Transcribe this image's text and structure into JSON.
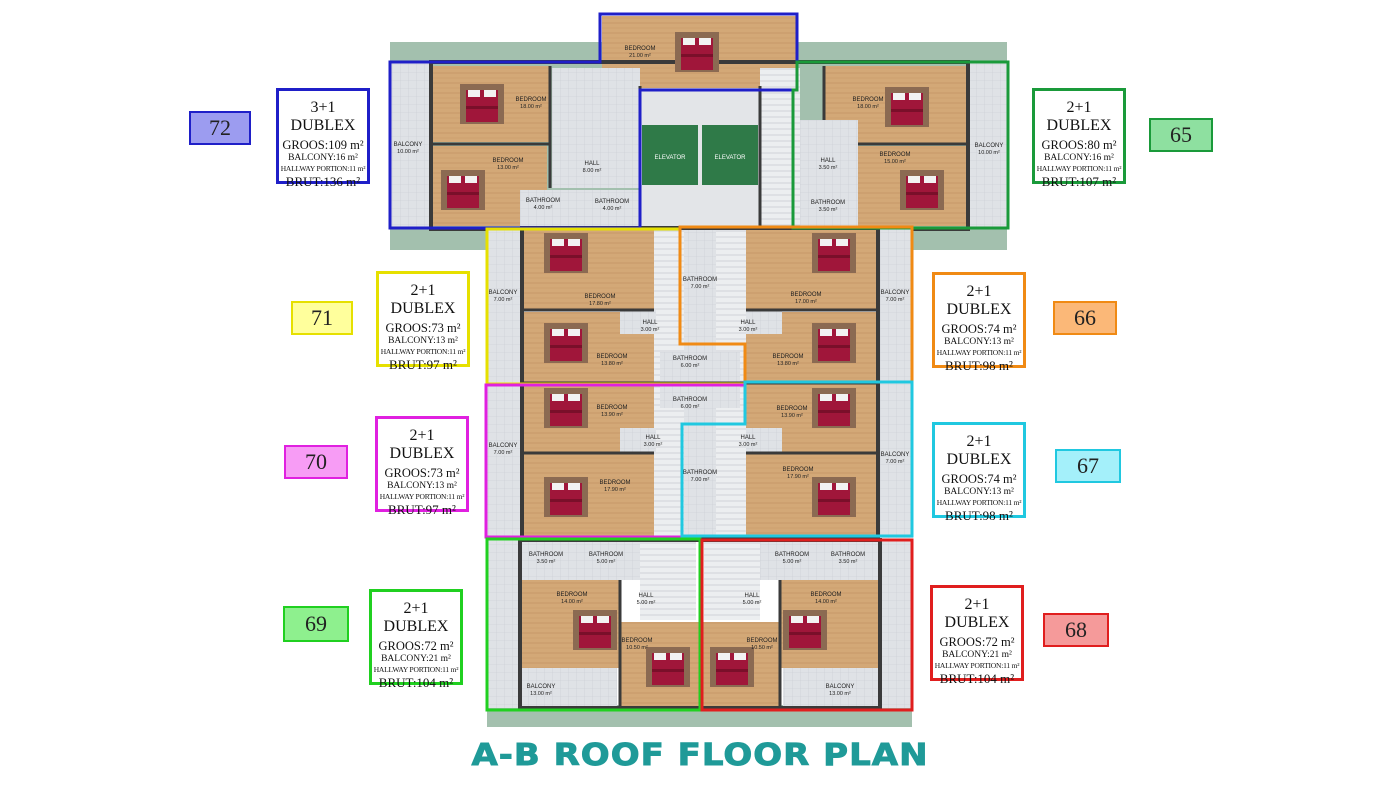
{
  "title": "A-B ROOF FLOOR PLAN",
  "units": [
    {
      "no": "72",
      "type": "3+1 DUBLEX",
      "groos": "GROOS:109 m²",
      "balcony": "BALCONY:16 m²",
      "hallway": "HALLWAY PORTION:11 m²",
      "brut": "BRUT:136 m²",
      "color": "#1f1fc8",
      "fill": "#9c9cf0"
    },
    {
      "no": "65",
      "type": "2+1 DUBLEX",
      "groos": "GROOS:80 m²",
      "balcony": "BALCONY:16 m²",
      "hallway": "HALLWAY PORTION:11 m²",
      "brut": "BRUT:107 m²",
      "color": "#1a9a3a",
      "fill": "#8ee0a0"
    },
    {
      "no": "71",
      "type": "2+1 DUBLEX",
      "groos": "GROOS:73 m²",
      "balcony": "BALCONY:13 m²",
      "hallway": "HALLWAY PORTION:11 m²",
      "brut": "BRUT:97 m²",
      "color": "#e6e000",
      "fill": "#ffff9c"
    },
    {
      "no": "66",
      "type": "2+1 DUBLEX",
      "groos": "GROOS:74 m²",
      "balcony": "BALCONY:13 m²",
      "hallway": "HALLWAY PORTION:11 m²",
      "brut": "BRUT:98 m²",
      "color": "#f08a14",
      "fill": "#fbb878"
    },
    {
      "no": "70",
      "type": "2+1 DUBLEX",
      "groos": "GROOS:73 m²",
      "balcony": "BALCONY:13 m²",
      "hallway": "HALLWAY PORTION:11 m²",
      "brut": "BRUT:97 m²",
      "color": "#e020e0",
      "fill": "#f79cf5"
    },
    {
      "no": "67",
      "type": "2+1 DUBLEX",
      "groos": "GROOS:74 m²",
      "balcony": "BALCONY:13 m²",
      "hallway": "HALLWAY PORTION:11 m²",
      "brut": "BRUT:98 m²",
      "color": "#20c8e0",
      "fill": "#a4f0fa"
    },
    {
      "no": "69",
      "type": "2+1 DUBLEX",
      "groos": "GROOS:72 m²",
      "balcony": "BALCONY:21 m²",
      "hallway": "HALLWAY PORTION:11 m²",
      "brut": "BRUT:104 m²",
      "color": "#20d020",
      "fill": "#8ef08e"
    },
    {
      "no": "68",
      "type": "2+1 DUBLEX",
      "groos": "GROOS:72 m²",
      "balcony": "BALCONY:21 m²",
      "hallway": "HALLWAY PORTION:11 m²",
      "brut": "BRUT:104 m²",
      "color": "#e01e1e",
      "fill": "#f59a9a"
    }
  ],
  "rooms": {
    "bedroom": "BEDROOM",
    "balcony": "BALCONY",
    "hall": "HALL",
    "bathroom": "BATHROOM",
    "elevator": "ELEVATOR",
    "a21": "21.00 m²",
    "a18": "18.00 m²",
    "a15": "15.00 m²",
    "a13": "13.00 m²",
    "a10": "10.00 m²",
    "a8": "8.00 m²",
    "a4": "4.00 m²",
    "a3_5": "3.50 m²",
    "a3": "3.00 m²",
    "a17_8": "17.80 m²",
    "a17": "17.00 m²",
    "a13_8": "13.80 m²",
    "a13_9": "13.90 m²",
    "a17_9": "17.90 m²",
    "a7": "7.00 m²",
    "a6": "6.00 m²",
    "a5": "5.00 m²",
    "a14": "14.00 m²",
    "a10_5": "10.50 m²"
  }
}
